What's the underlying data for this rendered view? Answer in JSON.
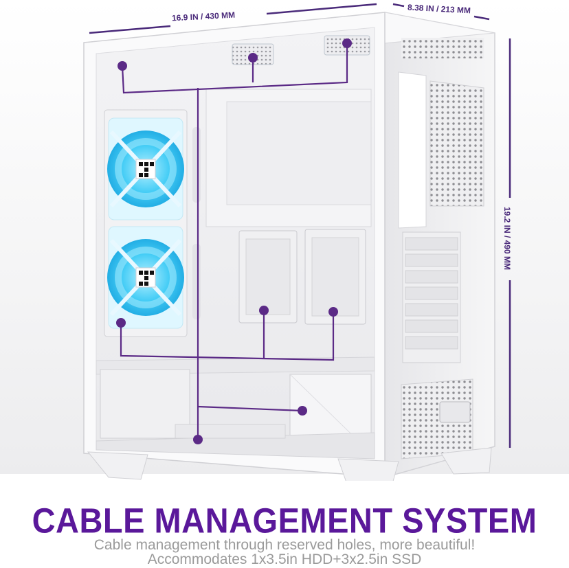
{
  "dimensions": {
    "width": "16.9 IN / 430 MM",
    "depth": "8.38 IN / 213 MM",
    "height": "19.2 IN / 490 MM"
  },
  "headline": "CABLE MANAGEMENT SYSTEM",
  "subtitle_line1": "Cable management through reserved holes, more beautiful!",
  "subtitle_line2": "Accommodates 1x3.5in HDD+3x2.5in SSD",
  "colors": {
    "accent": "#5a189a",
    "route": "#5b2a86",
    "fan_glow": "#40c8f4",
    "case": "#f7f7f8",
    "subtitle": "#9a9a9a"
  },
  "fans": [
    {
      "name": "upper-fan"
    },
    {
      "name": "lower-fan"
    }
  ]
}
